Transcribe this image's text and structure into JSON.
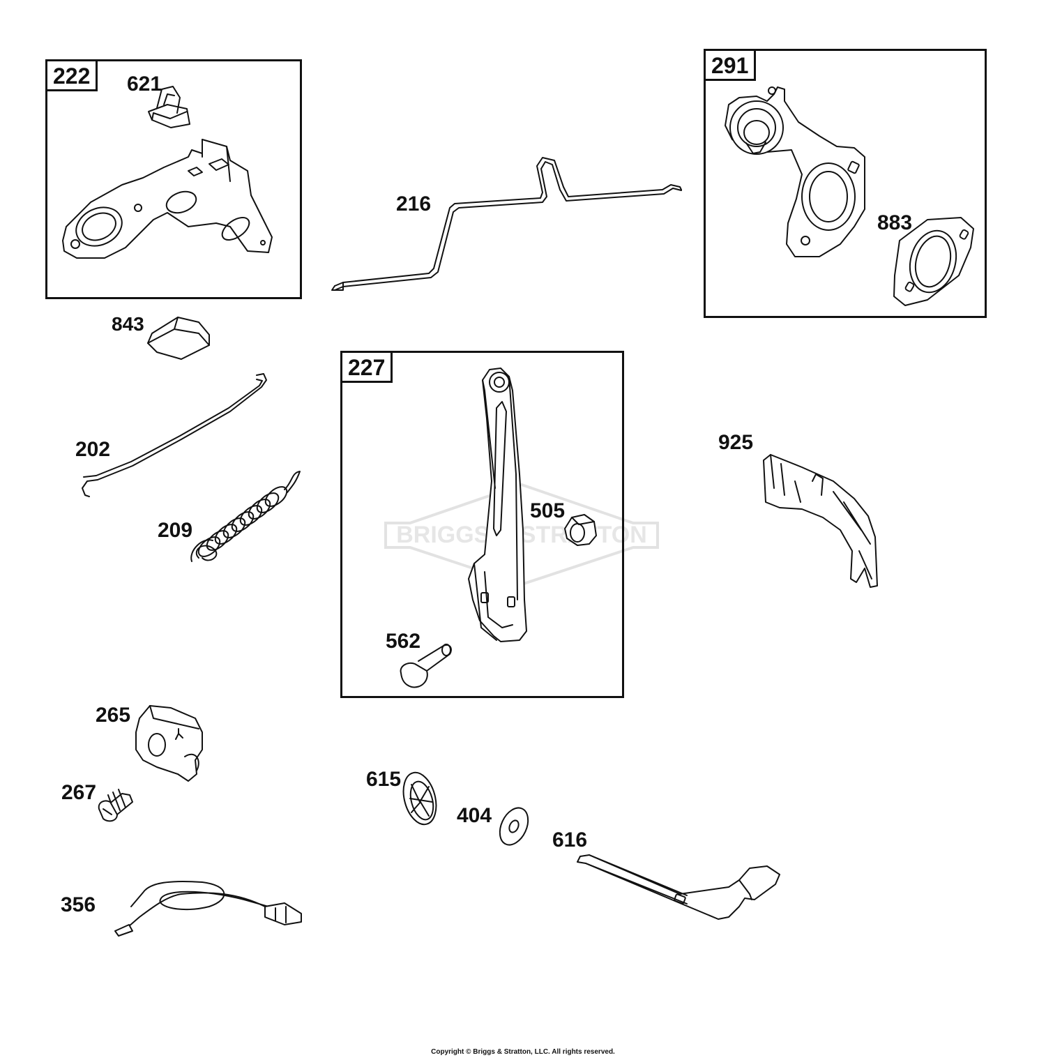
{
  "watermark": {
    "text": "BRIGGS & STRATTON"
  },
  "boxes": [
    {
      "id": "222",
      "label": "222"
    },
    {
      "id": "291",
      "label": "291"
    },
    {
      "id": "227",
      "label": "227"
    }
  ],
  "callouts": {
    "c621": "621",
    "c216": "216",
    "c883": "883",
    "c843": "843",
    "c202": "202",
    "c209": "209",
    "c925": "925",
    "c505": "505",
    "c562": "562",
    "c265": "265",
    "c267": "267",
    "c615": "615",
    "c404": "404",
    "c616": "616",
    "c356": "356"
  },
  "footer": {
    "copyright": "Copyright © Briggs & Stratton, LLC. All rights reserved."
  }
}
